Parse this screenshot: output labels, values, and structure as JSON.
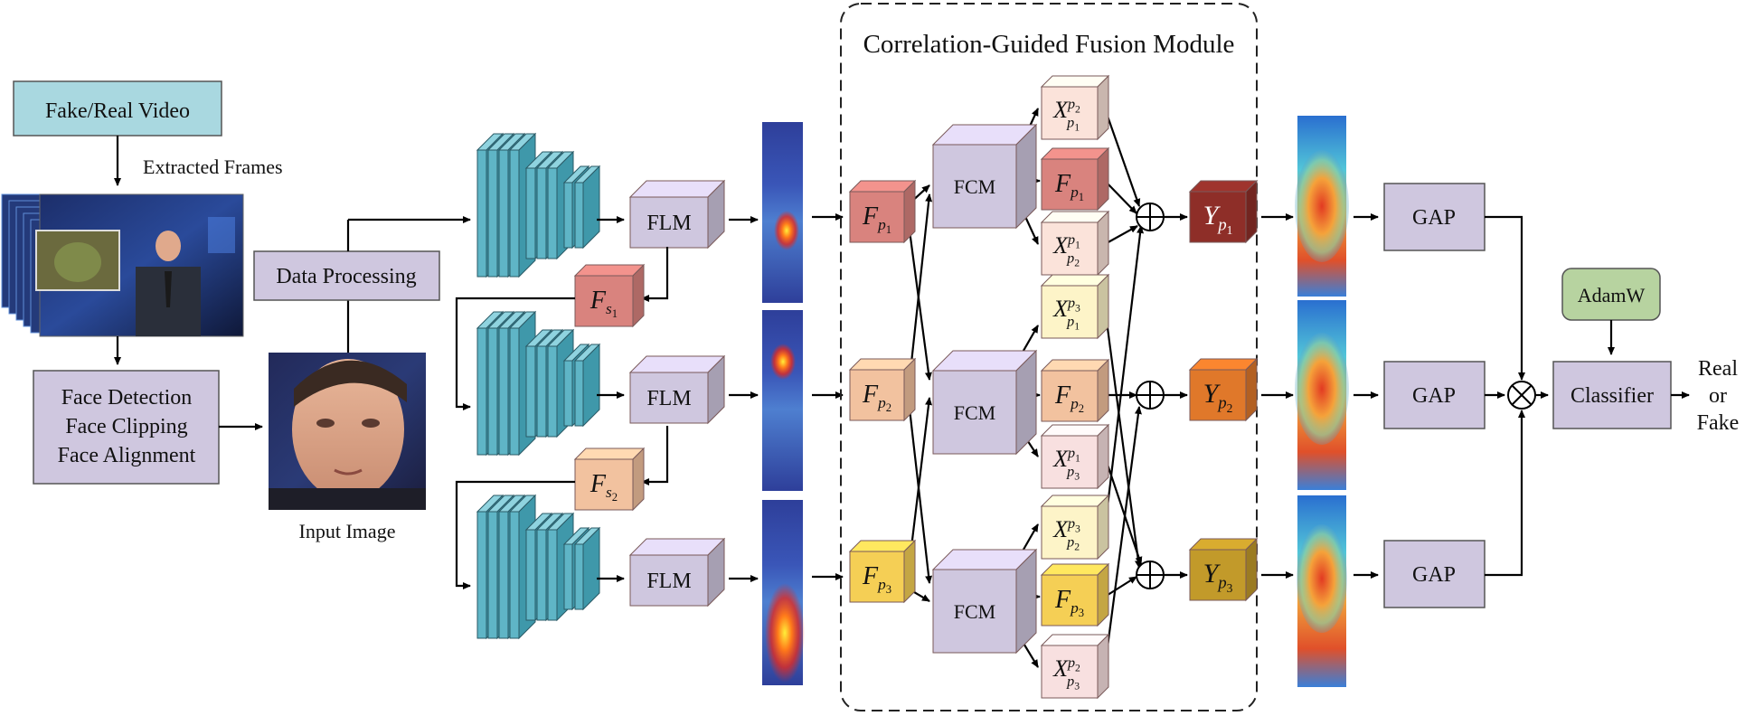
{
  "colors": {
    "video_box": "#a9d8e0",
    "purple_box": "#cfc7df",
    "green_box": "#b7d3a0",
    "cube_p1": "#d9837e",
    "cube_p2": "#f2c29f",
    "cube_p3": "#f5cf55",
    "cube_x_p1": "#fbe3da",
    "cube_x_p2": "#fdf4c8",
    "cube_x_p3": "#f8e0e0",
    "out_p1": "#8e2e28",
    "out_p2": "#e0782a",
    "out_p3": "#c29a2a",
    "backbone": "#5fb5c6"
  },
  "input": {
    "video_label": "Fake/Real Video",
    "frames_label": "Extracted Frames",
    "face_steps": [
      "Face Detection",
      "Face Clipping",
      "Face Alignment"
    ],
    "data_processing_label": "Data Processing",
    "input_image_label": "Input Image"
  },
  "module": {
    "title": "Correlation-Guided Fusion Module",
    "flm_label": "FLM",
    "fcm_label": "FCM",
    "fs": [
      {
        "base": "F",
        "sub": "s",
        "subsub": "1"
      },
      {
        "base": "F",
        "sub": "s",
        "subsub": "2"
      }
    ],
    "f_in": [
      {
        "base": "F",
        "sub": "p",
        "subsub": "1"
      },
      {
        "base": "F",
        "sub": "p",
        "subsub": "2"
      },
      {
        "base": "F",
        "sub": "p",
        "subsub": "3"
      }
    ],
    "x_cubes": [
      {
        "base": "X",
        "sup": "p",
        "supsub": "2",
        "sub": "p",
        "subsub": "1"
      },
      {
        "base": "X",
        "sup": "p",
        "supsub": "1",
        "sub": "p",
        "subsub": "2"
      },
      {
        "base": "X",
        "sup": "p",
        "supsub": "3",
        "sub": "p",
        "subsub": "1"
      },
      {
        "base": "X",
        "sup": "p",
        "supsub": "1",
        "sub": "p",
        "subsub": "3"
      },
      {
        "base": "X",
        "sup": "p",
        "supsub": "3",
        "sub": "p",
        "subsub": "2"
      },
      {
        "base": "X",
        "sup": "p",
        "supsub": "2",
        "sub": "p",
        "subsub": "3"
      }
    ],
    "outputs": [
      {
        "base": "Y",
        "sub": "p",
        "subsub": "1"
      },
      {
        "base": "Y",
        "sub": "p",
        "subsub": "2"
      },
      {
        "base": "Y",
        "sub": "p",
        "subsub": "3"
      }
    ]
  },
  "head": {
    "gap_label": "GAP",
    "optimizer_label": "AdamW",
    "classifier_label": "Classifier",
    "result_lines": [
      "Real",
      "or",
      "Fake"
    ]
  }
}
